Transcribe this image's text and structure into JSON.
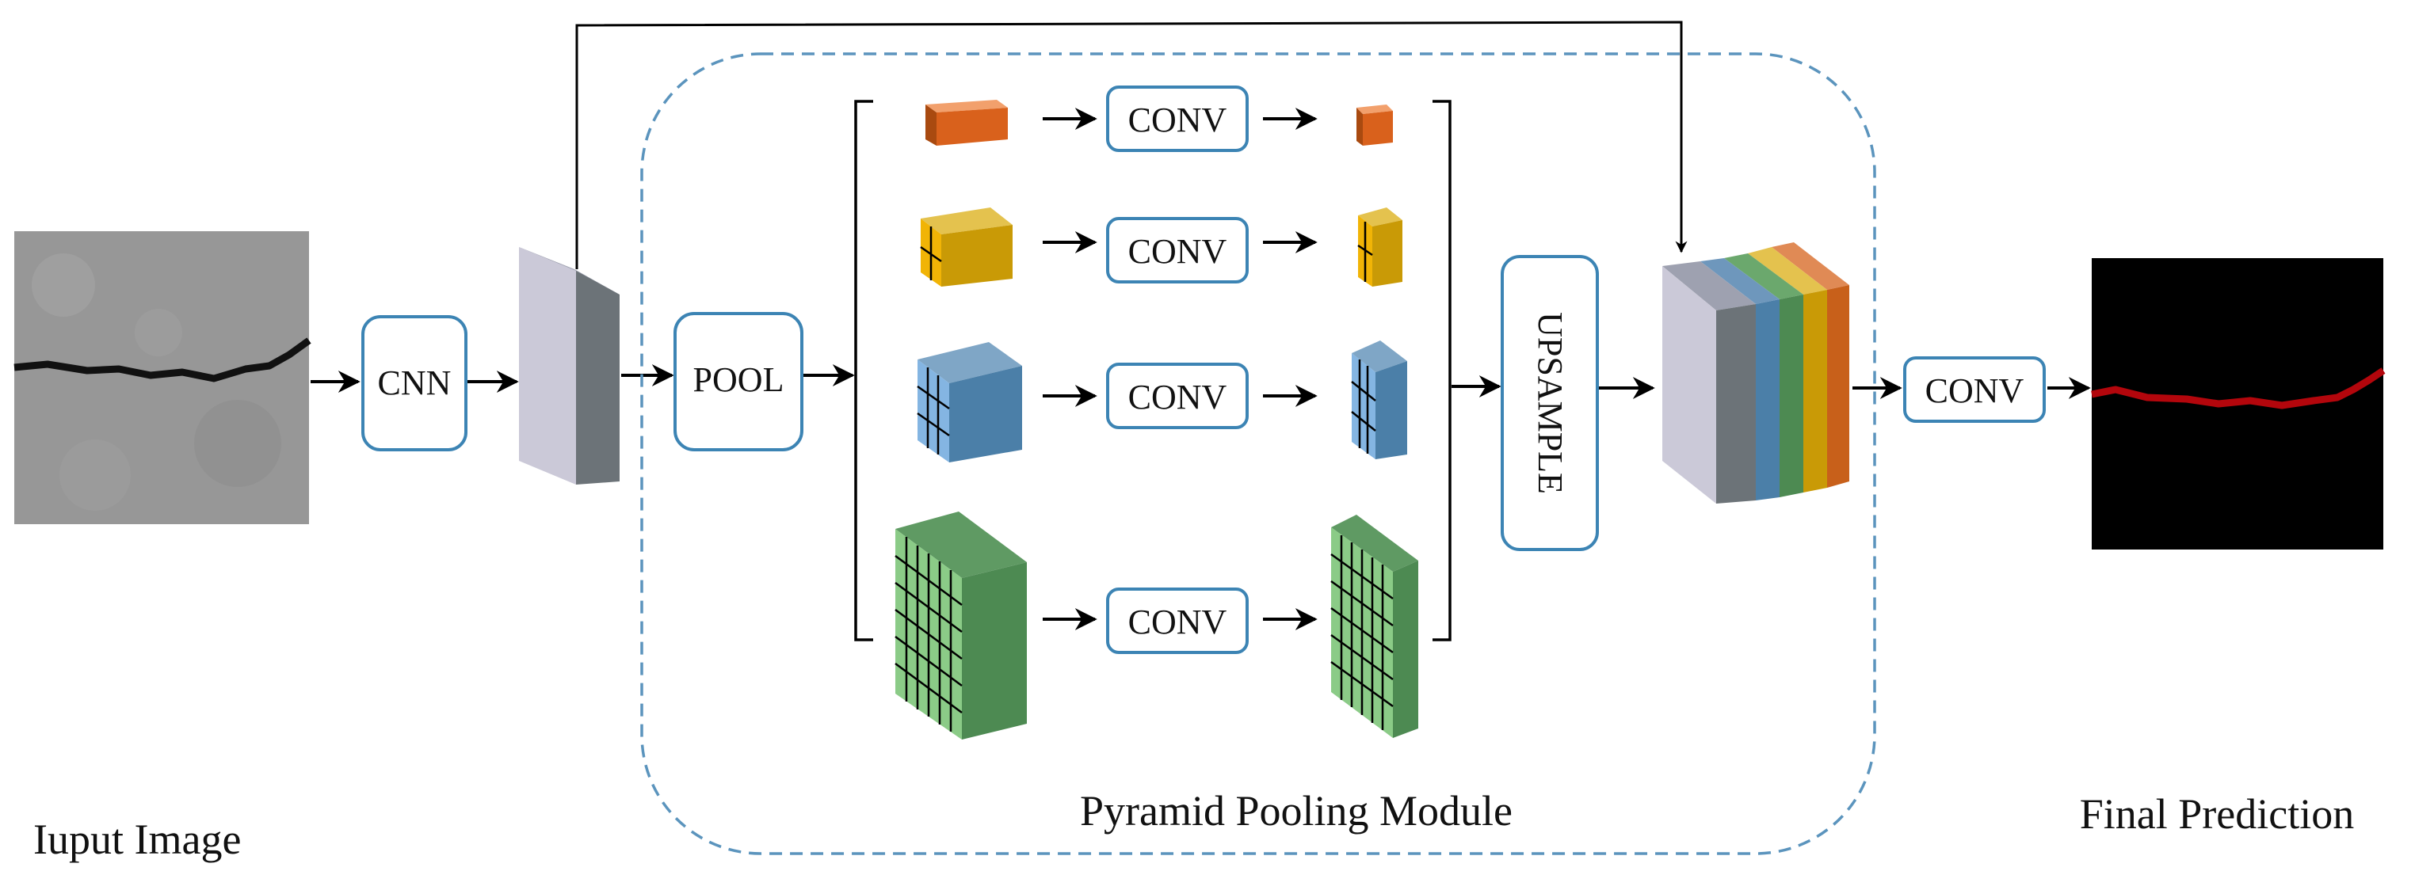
{
  "labels": {
    "input_caption": "Iuput Image",
    "module_caption": "Pyramid Pooling Module",
    "output_caption": "Final Prediction"
  },
  "blocks": {
    "cnn": "CNN",
    "pool": "POOL",
    "conv": "CONV",
    "upsample": "UPSAMPLE",
    "final_conv": "CONV"
  },
  "colors": {
    "box_border": "#3c84b4",
    "dashed_border": "#5b94bd",
    "level1": "#d9611c",
    "level2": "#c99a06",
    "level3": "#4b7fa8",
    "level4": "#4d8a52",
    "feature_map_front": "#cbc9d8",
    "feature_map_side": "#6c7378",
    "prediction_bg": "#000000",
    "prediction_crack": "#b3060c"
  }
}
